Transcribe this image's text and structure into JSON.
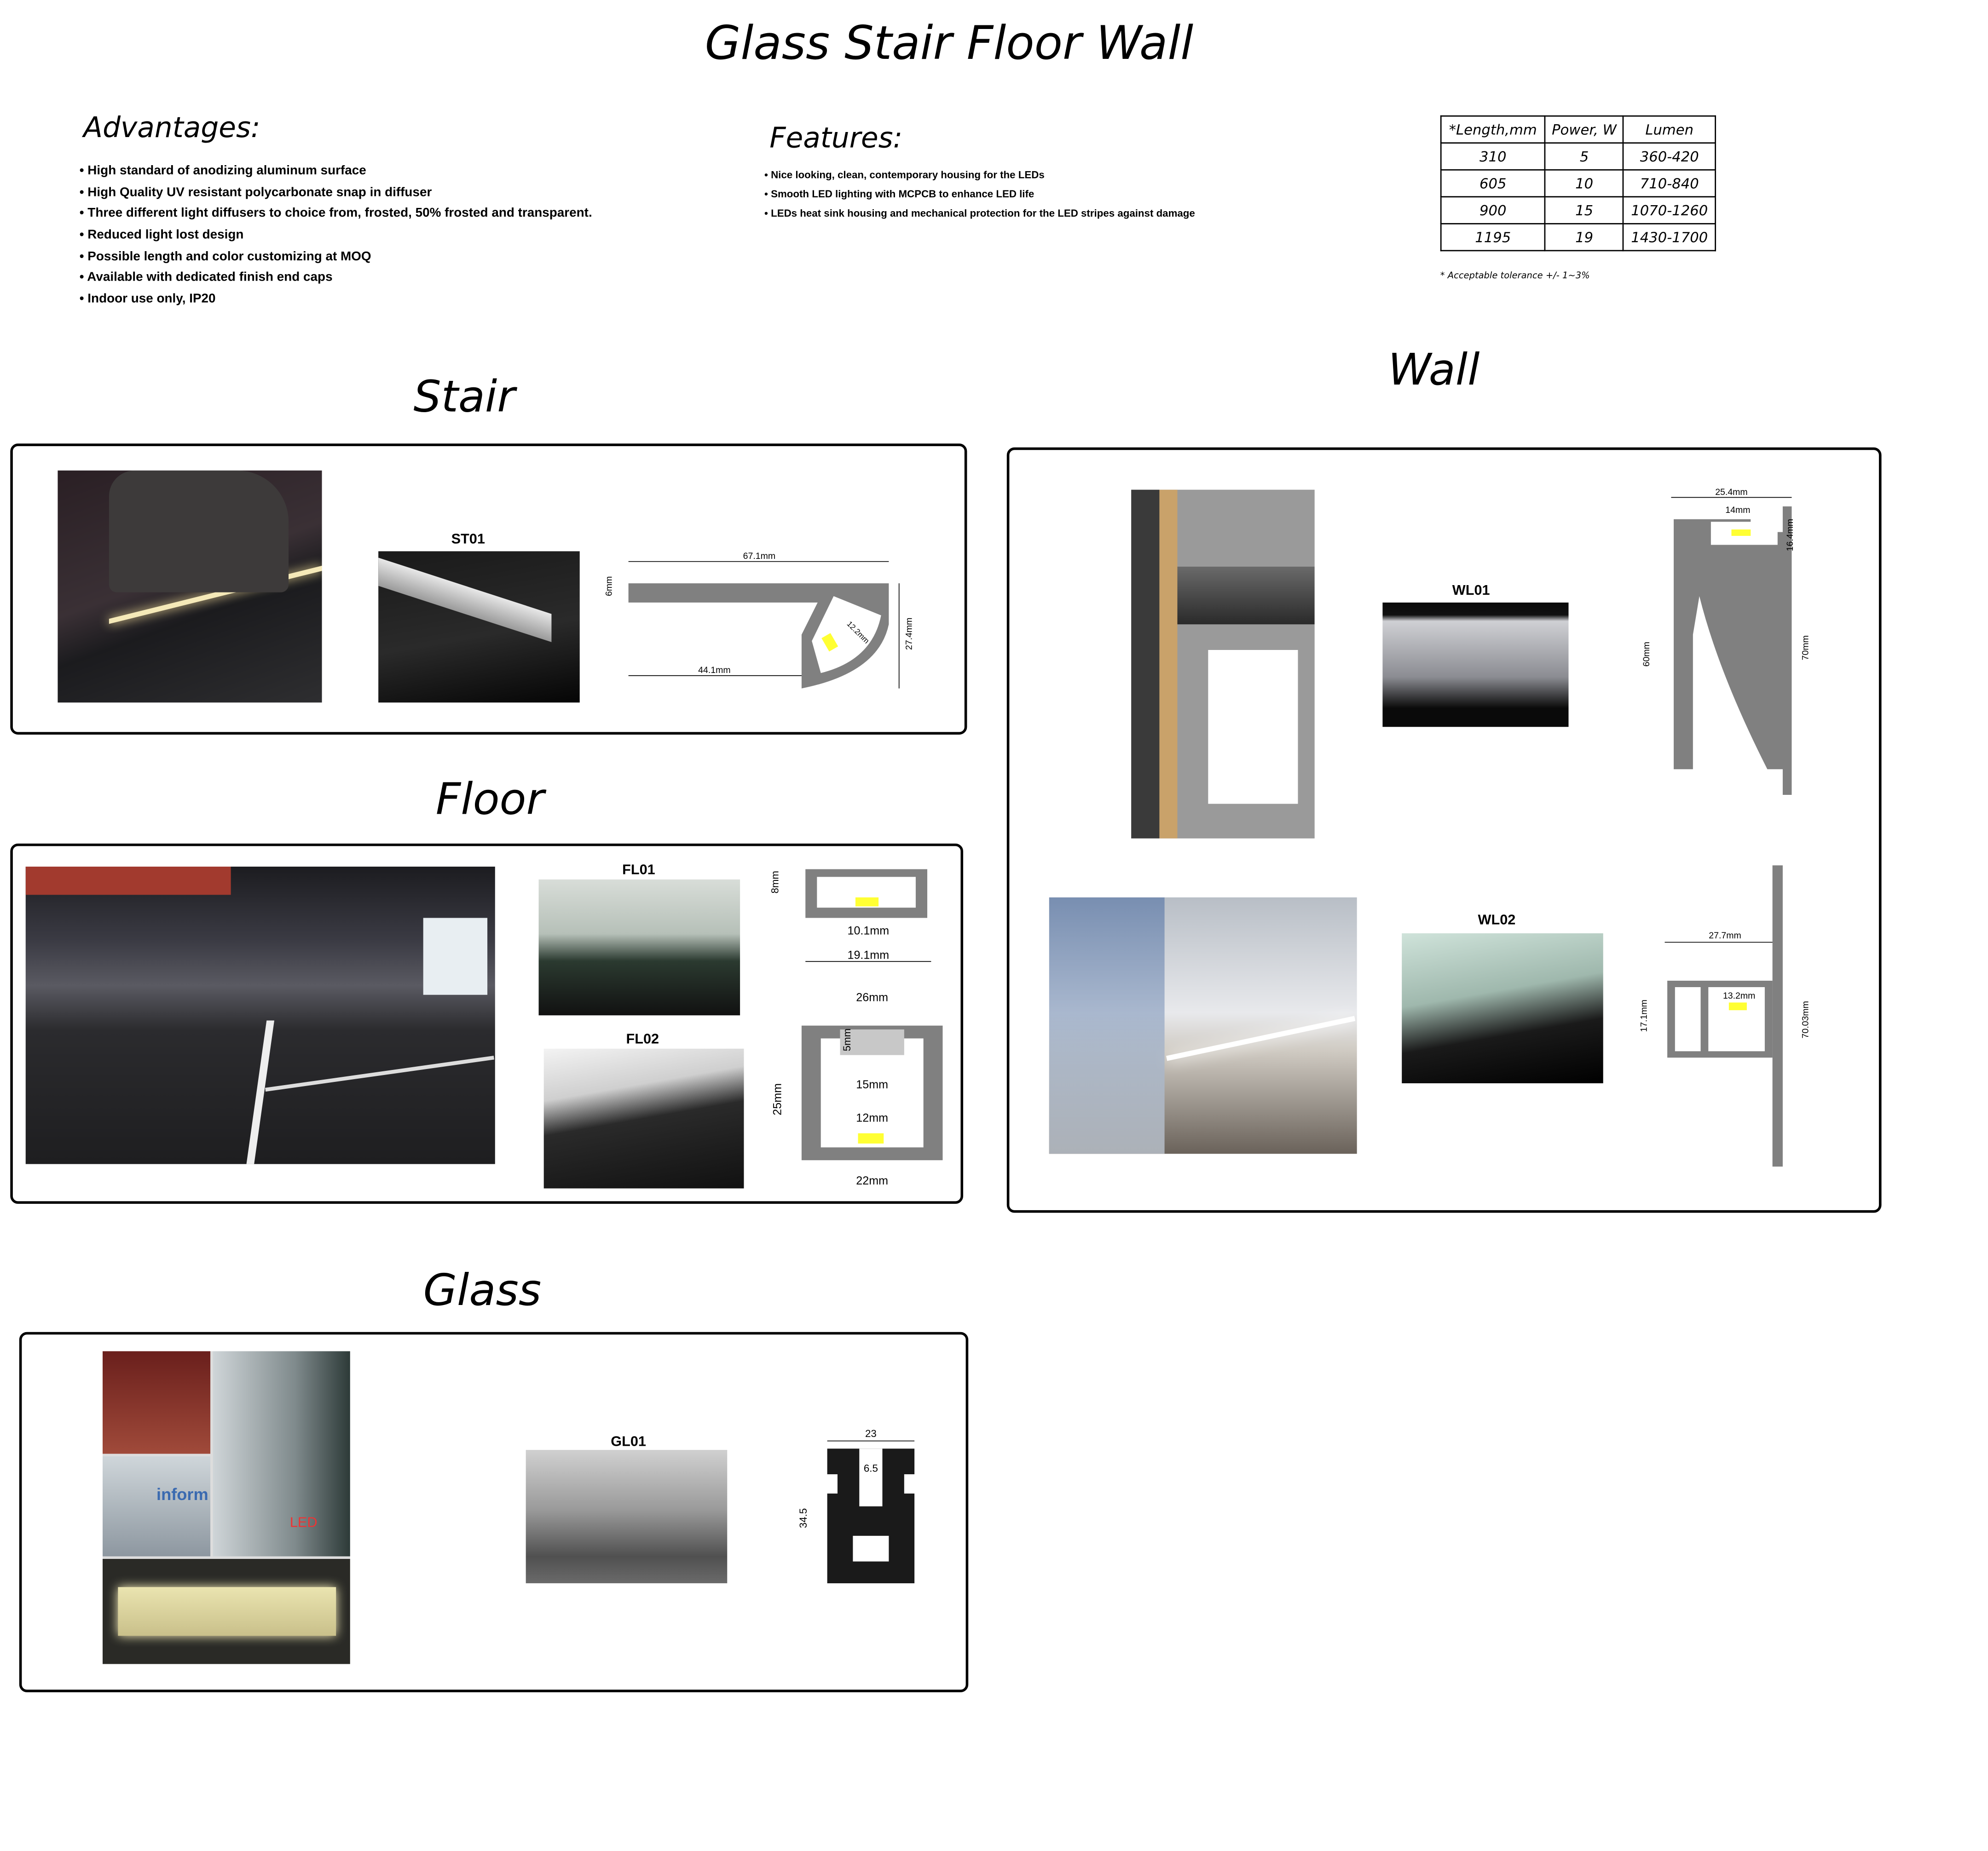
{
  "title": "Glass Stair Floor Wall",
  "advantages": {
    "heading": "Advantages:",
    "items": [
      "High standard of anodizing aluminum surface",
      "High Quality UV resistant polycarbonate snap in diffuser",
      "Three different light diffusers to choice from, frosted, 50% frosted and transparent.",
      "Reduced light lost design",
      "Possible length and color customizing at MOQ",
      "Available with dedicated finish end caps",
      "Indoor use only, IP20"
    ]
  },
  "features": {
    "heading": "Features:",
    "items": [
      "Nice looking, clean, contemporary housing for the LEDs",
      "Smooth LED lighting with MCPCB to enhance LED life",
      "LEDs heat sink housing and mechanical protection for the LED stripes against damage"
    ]
  },
  "spec_table": {
    "headers": [
      "*Length,mm",
      "Power, W",
      "Lumen"
    ],
    "rows": [
      [
        "310",
        "5",
        "360-420"
      ],
      [
        "605",
        "10",
        "710-840"
      ],
      [
        "900",
        "15",
        "1070-1260"
      ],
      [
        "1195",
        "19",
        "1430-1700"
      ]
    ],
    "note": "* Acceptable tolerance +/- 1~3%"
  },
  "sections": {
    "stair": {
      "heading": "Stair",
      "model": "ST01",
      "dims": [
        "67.1mm",
        "6mm",
        "12.2mm",
        "27.4mm",
        "44.1mm"
      ]
    },
    "floor": {
      "heading": "Floor",
      "models": [
        "FL01",
        "FL02"
      ],
      "fl01_dims": [
        "8mm",
        "10.1mm",
        "19.1mm"
      ],
      "fl02_dims": [
        "26mm",
        "5mm",
        "15mm",
        "12mm",
        "25mm",
        "22mm"
      ]
    },
    "glass": {
      "heading": "Glass",
      "model": "GL01",
      "dims": [
        "23",
        "6.5",
        "34.5"
      ],
      "photo_text": [
        "inform",
        "LED"
      ]
    },
    "wall": {
      "heading": "Wall",
      "models": [
        "WL01",
        "WL02"
      ],
      "wl01_dims": [
        "25.4mm",
        "14mm",
        "16.4mm",
        "60mm",
        "70mm"
      ],
      "wl02_dims": [
        "27.7mm",
        "13.2mm",
        "17.1mm",
        "70.03mm"
      ]
    }
  },
  "colors": {
    "profile_gray": "#808080",
    "led_yellow": "#ffff33",
    "diffuser": "#c8c8c8"
  }
}
